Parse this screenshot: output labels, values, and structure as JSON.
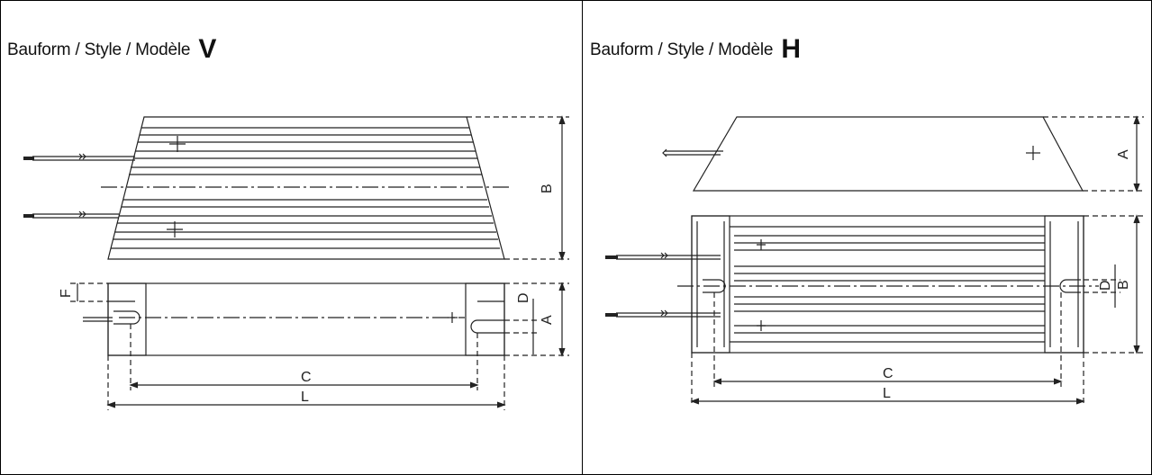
{
  "panels": [
    {
      "title_prefix": "Bauform / Style / Modèle",
      "model": "V",
      "dimensions": {
        "B": "B",
        "F": "F",
        "D": "D",
        "A": "A",
        "C": "C",
        "L": "L"
      }
    },
    {
      "title_prefix": "Bauform / Style / Modèle",
      "model": "H",
      "dimensions": {
        "A": "A",
        "D": "D",
        "B": "B",
        "C": "C",
        "L": "L"
      }
    }
  ],
  "colors": {
    "line": "#222222",
    "border": "#000000",
    "background": "#ffffff"
  }
}
